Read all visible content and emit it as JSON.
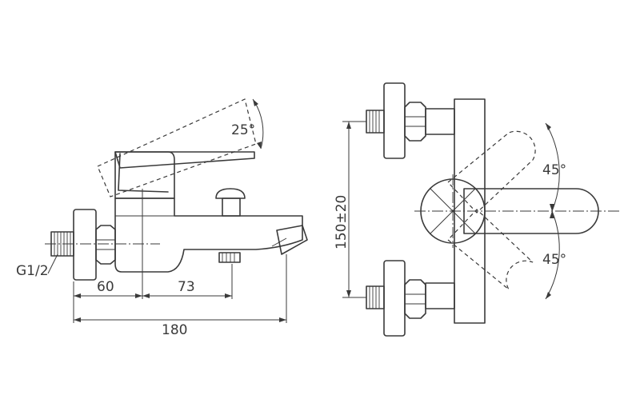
{
  "dimensions": {
    "inlet_thread": "G1/2",
    "wall_to_handle": "60",
    "handle_to_spout": "73",
    "overall_length": "180",
    "lever_angle": "25°",
    "inlet_spacing": "150±20",
    "handle_angle_upper": "45°",
    "handle_angle_lower": "45°"
  }
}
